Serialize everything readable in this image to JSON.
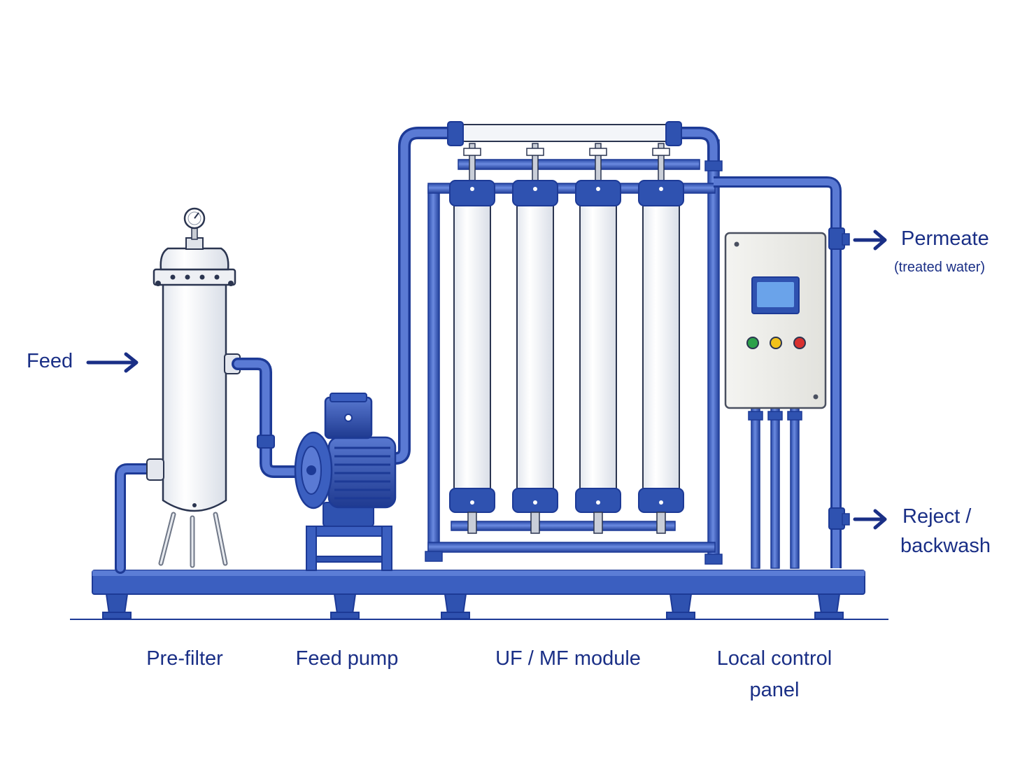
{
  "colors": {
    "pipe": "#3f63bf",
    "pipe_dark": "#1d3a96",
    "text": "#1a2f86",
    "vessel": "#f7f8fa",
    "panel": "#eeeeea",
    "led_green": "#2ca14a",
    "led_yellow": "#f2c21a",
    "led_red": "#d8302f",
    "screen": "#4a86d6"
  },
  "labels": {
    "feed": "Feed",
    "permeate": "Permeate",
    "permeate_sub": "(treated water)",
    "reject_line1": "Reject /",
    "reject_line2": "backwash",
    "prefilter": "Pre-filter",
    "feed_pump": "Feed pump",
    "module": "UF / MF module",
    "panel_line1": "Local control",
    "panel_line2": "panel"
  },
  "icons": [
    "pressure-gauge-icon",
    "arrow-right-icon",
    "indicator-light-icon",
    "hmi-screen-icon"
  ]
}
